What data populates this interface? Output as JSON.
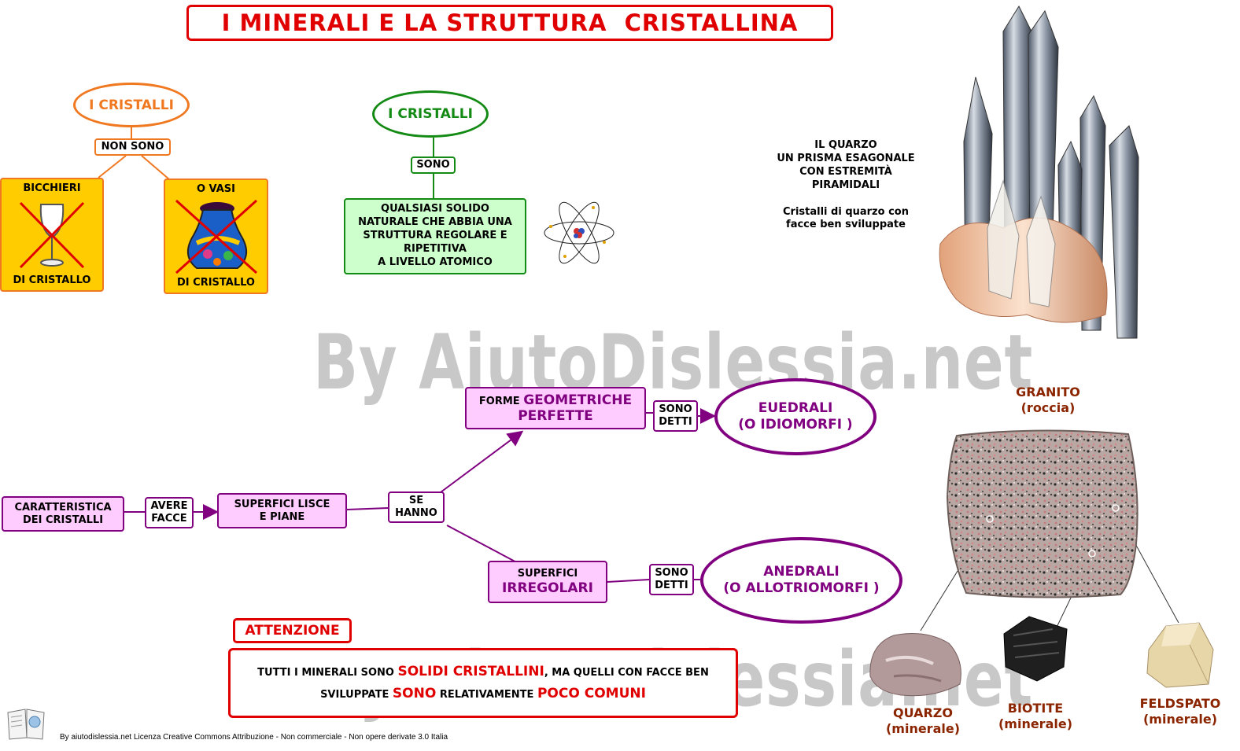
{
  "title": "I MINERALI E LA STRUTTURA  CRISTALLINA",
  "watermark": "By AiutoDislessia.net",
  "left_map": {
    "root": "I CRISTALLI",
    "link": "NON SONO",
    "box_a": {
      "top": "BICCHIERI",
      "bottom": "DI CRISTALLO"
    },
    "box_b": {
      "top": "O VASI",
      "bottom": "DI CRISTALLO"
    }
  },
  "center_map": {
    "root": "I CRISTALLI",
    "link": "SONO",
    "definition": [
      "QUALSIASI SOLIDO",
      "NATURALE CHE ABBIA UNA",
      "STRUTTURA REGOLARE E",
      "RIPETITIVA",
      "A LIVELLO ATOMICO"
    ]
  },
  "quartz_info": {
    "lines": [
      "IL QUARZO",
      "UN PRISMA ESAGONALE",
      "CON ESTREMITÀ",
      "PIRAMIDALI"
    ],
    "caption": [
      "Cristalli di quarzo con",
      "facce ben sviluppate"
    ]
  },
  "flow": {
    "start": [
      "CARATTERISTICA",
      "DEI CRISTALLI"
    ],
    "link1": [
      "AVERE",
      "FACCE"
    ],
    "surfaces": [
      "SUPERFICI LISCE",
      "E PIANE"
    ],
    "link2": [
      "SE",
      "HANNO"
    ],
    "upper_box": {
      "prefix": "FORME",
      "emph1": "GEOMETRICHE",
      "emph2": "PERFETTE"
    },
    "upper_link": [
      "SONO",
      "DETTI"
    ],
    "upper_result": [
      "EUEDRALI",
      "(O IDIOMORFI )"
    ],
    "lower_box": {
      "line1": "SUPERFICI",
      "emph": "IRREGOLARI"
    },
    "lower_link": [
      "SONO",
      "DETTI"
    ],
    "lower_result": [
      "ANEDRALI",
      "(O ALLOTRIOMORFI )"
    ]
  },
  "attention": {
    "label": "ATTENZIONE",
    "text1": "TUTTI I MINERALI SONO",
    "emph1": "SOLIDI CRISTALLINI",
    "text2": ", MA QUELLI CON FACCE BEN",
    "text3": "SVILUPPATE",
    "emph2": "SONO",
    "text4": "RELATIVAMENTE",
    "emph3": "POCO COMUNI"
  },
  "granite": {
    "title": "GRANITO",
    "subtitle": "(roccia)",
    "minerals": [
      {
        "name": "QUARZO",
        "kind": "(minerale)"
      },
      {
        "name": "BIOTITE",
        "kind": "(minerale)"
      },
      {
        "name": "FELDSPATO",
        "kind": "(minerale)"
      }
    ]
  },
  "footer": "By aiutodislessia.net Licenza Creative Commons Attribuzione - Non commerciale - Non opere derivate 3.0 Italia",
  "colors": {
    "title_red": "#e00000",
    "orange": "#f07820",
    "yellow_box": "#ffcc00",
    "green": "#138a13",
    "green_box": "#ccffcc",
    "purple": "#800080",
    "pink_box": "#ffccff",
    "brown_caption": "#8b2500"
  },
  "icons": [
    "glass-icon",
    "vase-icon",
    "atom-icon",
    "quartz-crystal-image",
    "granite-image",
    "quartz-mineral-image",
    "biotite-mineral-image",
    "feldspar-mineral-image",
    "book-logo-icon"
  ]
}
